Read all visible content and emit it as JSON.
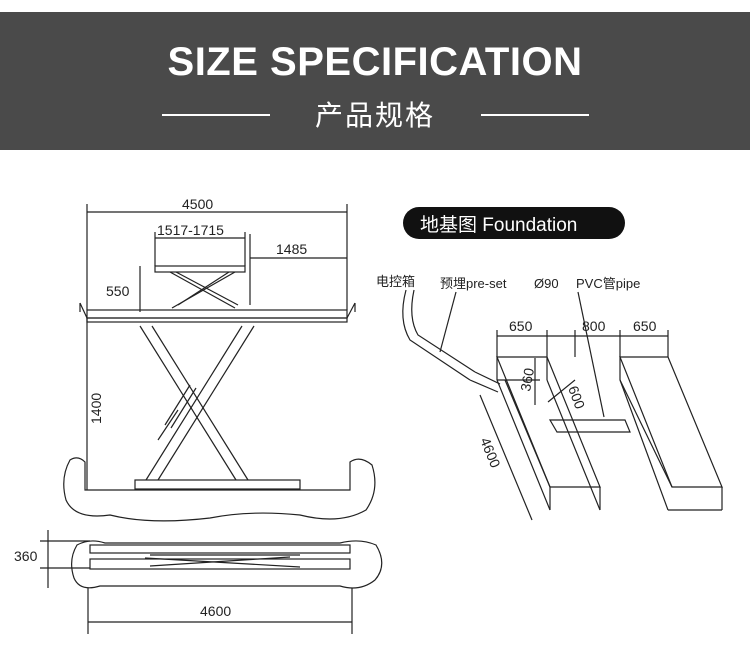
{
  "header": {
    "title_en": "SIZE SPECIFICATION",
    "title_cn": "产品规格"
  },
  "lift_drawing": {
    "overall_length": "4500",
    "platform_extension": "1517-1715",
    "ramp_length": "1485",
    "table_height_offset": "550",
    "max_height": "1400",
    "pit_depth": "360",
    "base_length": "4600"
  },
  "foundation": {
    "badge_label": "地基图  Foundation",
    "control_box_label": "电控箱",
    "preset_label": "预埋pre-set",
    "pipe_diameter_label": "Ø90",
    "pipe_label": "PVC管pipe",
    "pit_width_left": "650",
    "pit_gap": "800",
    "pit_width_right": "650",
    "pit_depth": "360",
    "trench_width": "600",
    "pit_length": "4600"
  },
  "colors": {
    "header_bg": "#4a4a4a",
    "line": "#222222",
    "badge_bg": "#111111"
  }
}
